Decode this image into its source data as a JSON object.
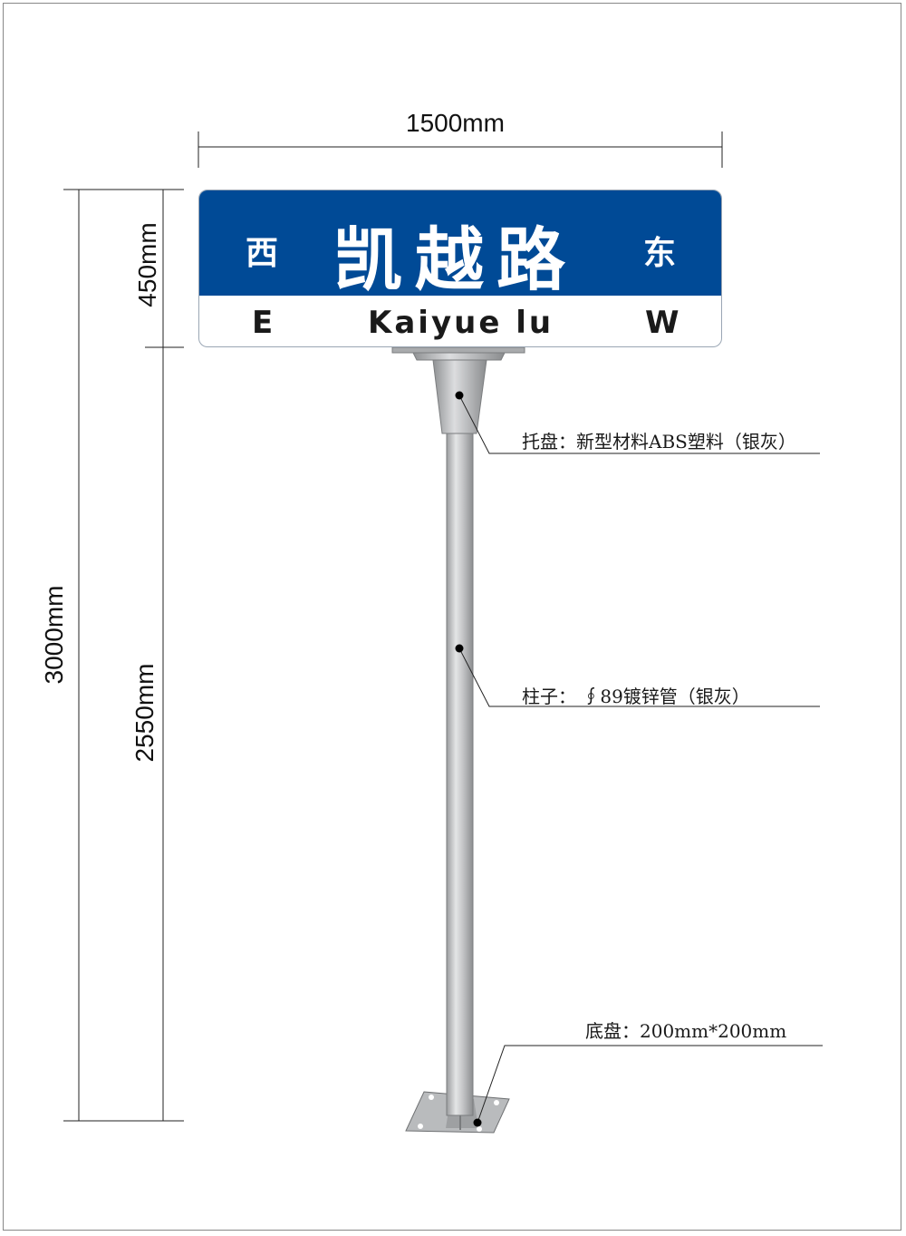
{
  "dimensions": {
    "width_label": "1500mm",
    "sign_height_label": "450mm",
    "total_height_label": "3000mm",
    "pole_height_label": "2550mm"
  },
  "sign": {
    "top_left": "西",
    "road_name": "凯越路",
    "top_right": "东",
    "bottom_left": "E",
    "road_pinyin": "Kaiyue lu",
    "bottom_right": "W",
    "colors": {
      "panel": "#004a96",
      "text": "#ffffff"
    }
  },
  "callouts": {
    "tray": "托盘：新型材料ABS塑料（银灰）",
    "pole": "柱子：  ∮89镀锌管（银灰）",
    "base": "底盘：200mm*200mm"
  }
}
